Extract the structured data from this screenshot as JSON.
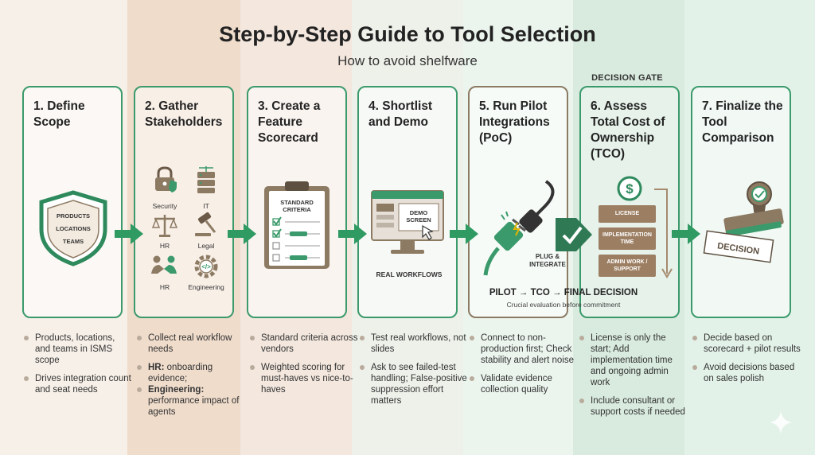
{
  "header": {
    "title": "Step-by-Step Guide to Tool Selection",
    "subtitle": "How to avoid shelfware"
  },
  "gate_label": "DECISION GATE",
  "steps": [
    {
      "title": "1. Define Scope",
      "shield_labels": [
        "PRODUCTS",
        "LOCATIONS",
        "TEAMS"
      ],
      "bullets": [
        "Products, locations, and teams in ISMS scope",
        "Drives integration count and seat needs"
      ]
    },
    {
      "title": "2. Gather Stakeholders",
      "icon_labels": [
        "Security",
        "IT",
        "HR",
        "Legal",
        "HR",
        "Engineering"
      ],
      "bullets": [
        "Collect real workflow needs",
        {
          "bold": "HR:",
          "text": " onboarding evidence;"
        },
        {
          "bold": "Engineering:",
          "text": " performance impact of agents"
        }
      ]
    },
    {
      "title": "3. Create a Feature Scorecard",
      "clipboard_label": "STANDARD CRITERIA",
      "bullets": [
        "Standard criteria across vendors",
        "Weighted scoring for must-haves vs nice-to-haves"
      ]
    },
    {
      "title": "4. Shortlist and Demo",
      "screen_label": "DEMO SCREEN",
      "caption": "REAL WORKFLOWS",
      "bullets": [
        "Test real workflows, not slides",
        "Ask to see failed-test handling; False-positive suppression effort matters"
      ]
    },
    {
      "title": "5. Run Pilot Integrations (PoC)",
      "caption": "PLUG & INTEGRATE",
      "bullets": [
        "Connect to non-production first; Check stability and alert noise",
        "Validate evidence collection quality"
      ]
    },
    {
      "title": "6. Assess Total Cost of Ownership (TCO)",
      "cost_stack": [
        "LICENSE",
        "IMPLEMENTATION TIME",
        "ADMIN WORK / SUPPORT"
      ],
      "bullets": [
        "License is only the start; Add implementation time and ongoing admin work",
        "Include consultant or support costs if needed"
      ]
    },
    {
      "title": "7. Finalize the Tool Comparison",
      "stamp_label": "DECISION",
      "bullets": [
        "Decide based on scorecard + pilot results",
        "Avoid decisions based on sales polish"
      ]
    }
  ],
  "pilot_banner": {
    "title": "PILOT → TCO → FINAL DECISION",
    "subtitle": "Crucial evaluation before commitment"
  },
  "colors": {
    "accent_green": "#3b9a6b",
    "arrow_green": "#2f9a62",
    "brown": "#8c7a63",
    "cost_box": "#9c7e62"
  }
}
